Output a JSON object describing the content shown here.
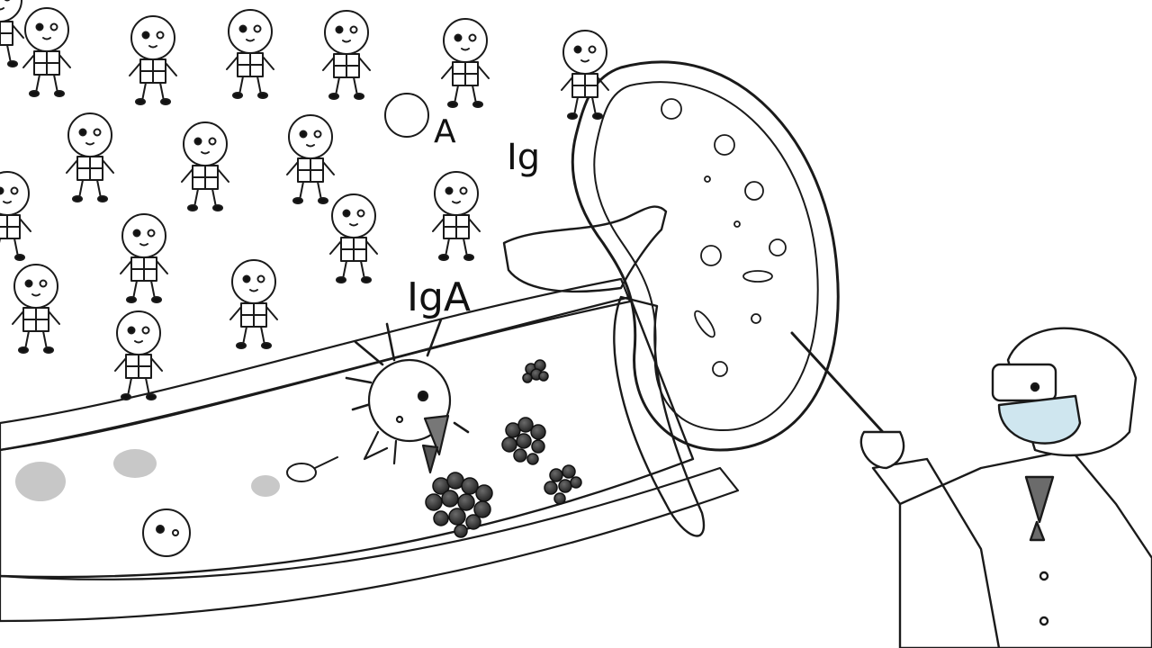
{
  "illustration": {
    "style": "hand-drawn black-and-white line art",
    "labels": {
      "label_a": "A",
      "label_ig": "Ig",
      "label_iga": "IgA"
    },
    "colors": {
      "ink": "#1a1a1a",
      "background": "#ffffff",
      "mask": "#cfe6ef",
      "tie": "#6b6b6b",
      "clusters": "#3a3a3a",
      "kidney_fill": "#f4f4f2"
    },
    "figures": {
      "crowd_count": 16,
      "components": [
        "crowd-of-cartoon-cells",
        "kidney",
        "mesh-vessel",
        "spiky-pathogen",
        "dark-deposit-clusters",
        "scientist-with-pointer"
      ]
    }
  }
}
